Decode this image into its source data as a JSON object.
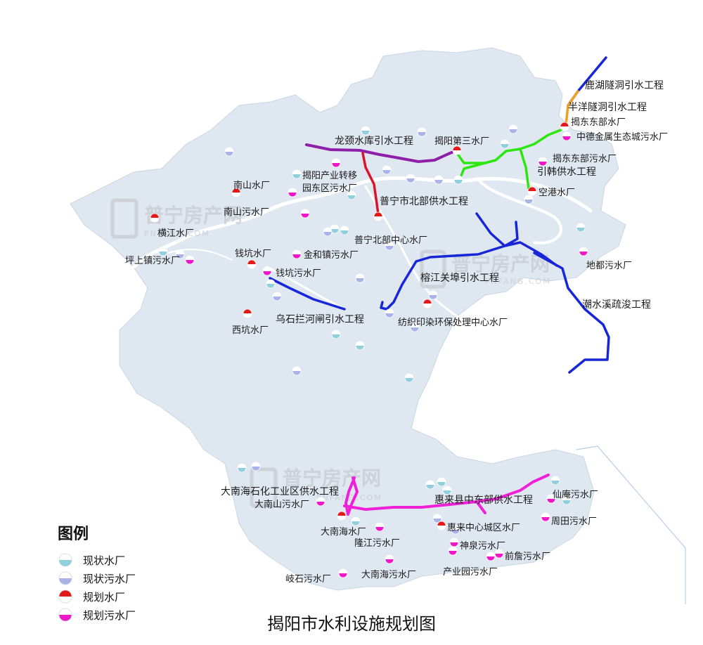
{
  "title": "揭阳市水利设施规划图",
  "legend": {
    "title": "图例",
    "items": [
      {
        "key": "existing_water",
        "label": "现状水厂",
        "color": "#8fd0dc"
      },
      {
        "key": "existing_sewage",
        "label": "现状污水厂",
        "color": "#a9b3e8"
      },
      {
        "key": "planned_water",
        "label": "规划水厂",
        "color": "#e21a1a"
      },
      {
        "key": "planned_sewage",
        "label": "规划污水厂",
        "color": "#ef18c8"
      }
    ]
  },
  "watermark": {
    "brand": "普宁房产网",
    "domain": "PNFANG.COM"
  },
  "colors": {
    "land": "#dfe7f1",
    "sea": "#ffffff",
    "river": "#ffffff",
    "blue_project": "#1726d6",
    "purple_project": "#8e1fa8",
    "red_project": "#d9142b",
    "green_project": "#2ee60f",
    "orange_project": "#f0a020",
    "magenta_project": "#f020d8"
  },
  "projects": [
    {
      "key": "luhu",
      "label": "鹿湖隧洞引水工程"
    },
    {
      "key": "banyang",
      "label": "半洋隧洞引水工程"
    },
    {
      "key": "longjing",
      "label": "龙颈水库引水工程"
    },
    {
      "key": "yinhan",
      "label": "引韩供水工程"
    },
    {
      "key": "puning_north",
      "label": "普宁市北部供水工程"
    },
    {
      "key": "rongjiang",
      "label": "榕江关埠引水工程"
    },
    {
      "key": "chaoshuixi",
      "label": "潮水溪疏浚工程"
    },
    {
      "key": "wushilan",
      "label": "乌石拦河闸引水工程"
    },
    {
      "key": "danan_petro",
      "label": "大南海石化工业区供水工程"
    },
    {
      "key": "huilai_east",
      "label": "惠来县中东部供水工程"
    }
  ],
  "facilities": [
    {
      "key": "jiedong_north",
      "label": "揭东东部水厂"
    },
    {
      "key": "zhongde",
      "label": "中德金属生态城污水厂"
    },
    {
      "key": "jieyang3",
      "label": "揭阳第三水厂"
    },
    {
      "key": "jiedong_sewage",
      "label": "揭东东部污水厂"
    },
    {
      "key": "konggang",
      "label": "空港水厂"
    },
    {
      "key": "industry_park_1",
      "label": "揭阳产业转移"
    },
    {
      "key": "industry_park_2",
      "label": "园东区污水厂"
    },
    {
      "key": "nanshan_water",
      "label": "南山水厂"
    },
    {
      "key": "nanshan_sewage",
      "label": "南山污水厂"
    },
    {
      "key": "hengjiang",
      "label": "横江水厂"
    },
    {
      "key": "puning_north_center",
      "label": "普宁北部中心水厂"
    },
    {
      "key": "pingshang",
      "label": "坪上镇污水厂"
    },
    {
      "key": "qiankeng_water",
      "label": "钱坑水厂"
    },
    {
      "key": "jinhe",
      "label": "金和镇污水厂"
    },
    {
      "key": "qiankeng_sewage",
      "label": "钱坑污水厂"
    },
    {
      "key": "didu",
      "label": "地都污水厂"
    },
    {
      "key": "xikeng",
      "label": "西坑水厂"
    },
    {
      "key": "textile",
      "label": "纺织印染环保处理中心水厂"
    },
    {
      "key": "danan_shan",
      "label": "大南山污水厂"
    },
    {
      "key": "xian_an",
      "label": "仙庵污水厂"
    },
    {
      "key": "zhoutian",
      "label": "周田污水厂"
    },
    {
      "key": "danan_hai_water",
      "label": "大南海水厂"
    },
    {
      "key": "huilai_center",
      "label": "惠来中心城区水厂"
    },
    {
      "key": "longjiang",
      "label": "隆江污水厂"
    },
    {
      "key": "shenquan",
      "label": "神泉污水厂"
    },
    {
      "key": "qianzhan",
      "label": "前詹污水厂"
    },
    {
      "key": "chanyeyuan",
      "label": "产业园污水厂"
    },
    {
      "key": "qishi",
      "label": "岐石污水厂"
    },
    {
      "key": "danan_hai_sewage",
      "label": "大南海污水厂"
    }
  ]
}
